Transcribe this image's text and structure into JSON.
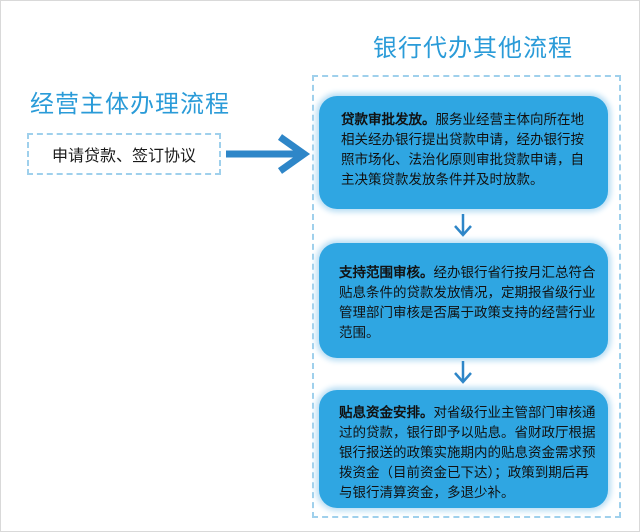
{
  "left": {
    "title": "经营主体办理流程",
    "box": "申请贷款、签订协议"
  },
  "right": {
    "title": "银行代办其他流程",
    "steps": [
      {
        "heading": "贷款审批发放。",
        "text": "服务业经营主体向所在地相关经办银行提出贷款申请，经办银行按照市场化、法治化原则审批贷款申请，自主决策贷款发放条件并及时放款。"
      },
      {
        "heading": "支持范围审核。",
        "text": "经办银行省行按月汇总符合贴息条件的贷款发放情况，定期报省级行业管理部门审核是否属于政策支持的经营行业范围。"
      },
      {
        "heading": "贴息资金安排。",
        "text": "对省级行业主管部门审核通过的贷款，银行即予以贴息。省财政厅根据银行报送的政策实施期内的贴息资金需求预拨资金（目前资金已下达）；政策到期后再与银行清算资金，多退少补。"
      }
    ]
  },
  "colors": {
    "title": "#2a9bd8",
    "card": "#2fa6e2",
    "arrow": "#2e86c8",
    "dashed_border": "#9fd0ec"
  }
}
